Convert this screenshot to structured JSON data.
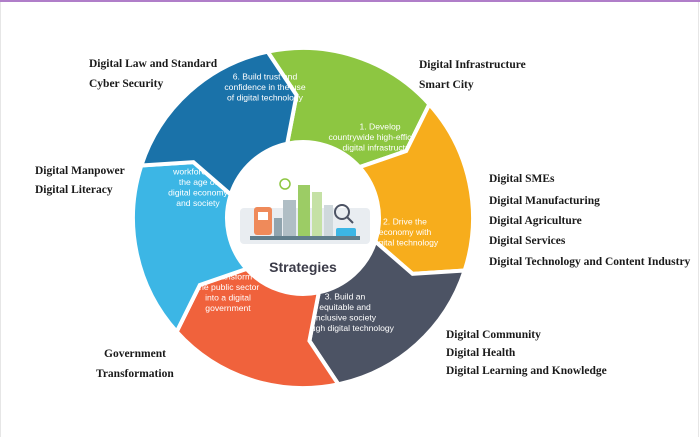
{
  "center": {
    "title": "Strategies"
  },
  "segments": [
    {
      "id": "s1",
      "lines": [
        "1. Develop",
        "countrywide high-efficiency",
        "digital infrastructure"
      ],
      "color": "#8dc641"
    },
    {
      "id": "s2",
      "lines": [
        "2. Drive the",
        "economy with",
        "digital technology"
      ],
      "color": "#f7ad1c"
    },
    {
      "id": "s3",
      "lines": [
        "3. Build an",
        "equitable and",
        "inclusive society",
        "through digital technology"
      ],
      "color": "#4c5364"
    },
    {
      "id": "s4",
      "lines": [
        "4. Transform",
        "the public sector",
        "into a digital",
        "government"
      ],
      "color": "#f0623c"
    },
    {
      "id": "s5",
      "lines": [
        "5. Develop",
        "workforce for",
        "the age of",
        "digital economy",
        "and society"
      ],
      "color": "#3cb6e5"
    },
    {
      "id": "s6",
      "lines": [
        "6. Build trust and",
        "confidence in the use",
        "of digital technology"
      ],
      "color": "#1a72a9"
    }
  ],
  "labels": {
    "infra_1": "Digital Infrastructure",
    "infra_2": "Smart City",
    "econ_1": "Digital SMEs",
    "econ_2": "Digital Manufacturing",
    "econ_3": "Digital Agriculture",
    "econ_4": "Digital Services",
    "econ_5": "Digital Technology and Content Industry",
    "soc_1": "Digital Community",
    "soc_2": "Digital Health",
    "soc_3": "Digital Learning and Knowledge",
    "gov_1": "Government",
    "gov_2": "Transformation",
    "work_1": "Digital Manpower",
    "work_2": "Digital Literacy",
    "trust_1": "Digital Law and Standard",
    "trust_2": "Cyber Security"
  }
}
